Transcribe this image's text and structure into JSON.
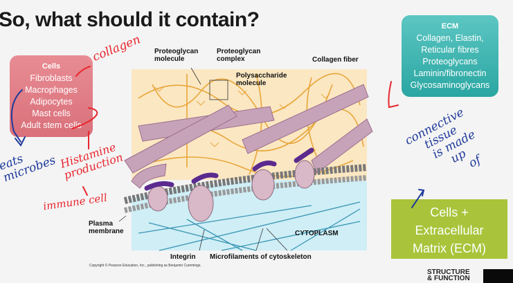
{
  "slide": {
    "title": "So, what should it contain?",
    "cells": {
      "header": "Cells",
      "items": [
        "Fibroblasts",
        "Macrophages",
        "Adipocytes",
        "Mast cells",
        "Adult stem cells"
      ]
    },
    "ecm": {
      "header": "ECM",
      "items": [
        "Collagen, Elastin,",
        "Reticular fibres",
        "Proteoglycans",
        "Laminin/fibronectin",
        "Glycosaminoglycans"
      ]
    },
    "summary": [
      "Cells +",
      "Extracellular",
      "Matrix (ECM)"
    ],
    "footer_label": [
      "STRUCTURE",
      "& FUNCTION"
    ]
  },
  "diagram": {
    "labels": {
      "proteoglycan_molecule": [
        "Proteoglycan",
        "molecule"
      ],
      "proteoglycan_complex": [
        "Proteoglycan",
        "complex"
      ],
      "collagen_fiber": "Collagen fiber",
      "polysaccharide": [
        "Polysaccharide",
        "molecule"
      ],
      "plasma_membrane": [
        "Plasma",
        "membrane"
      ],
      "cytoplasm": "CYTOPLASM",
      "integrin": "Integrin",
      "microfilaments": "Microfilaments of cytoskeleton"
    },
    "copyright": "Copyright © Pearson Education, Inc., publishing as Benjamin Cummings."
  },
  "annotations": {
    "collagen": "collagen",
    "eats_microbes": [
      "eats",
      "microbes"
    ],
    "histamine": [
      "Histamine",
      "production"
    ],
    "immune_cell": "immune cell",
    "connective": [
      "connective",
      "tissue",
      "is made",
      "up",
      "of"
    ]
  },
  "colors": {
    "pen_red": "#e8262e",
    "pen_blue": "#1e3a9a",
    "cells_pink": "#e07c85",
    "ecm_teal": "#3db3af",
    "summary_green": "#a9c43a"
  }
}
